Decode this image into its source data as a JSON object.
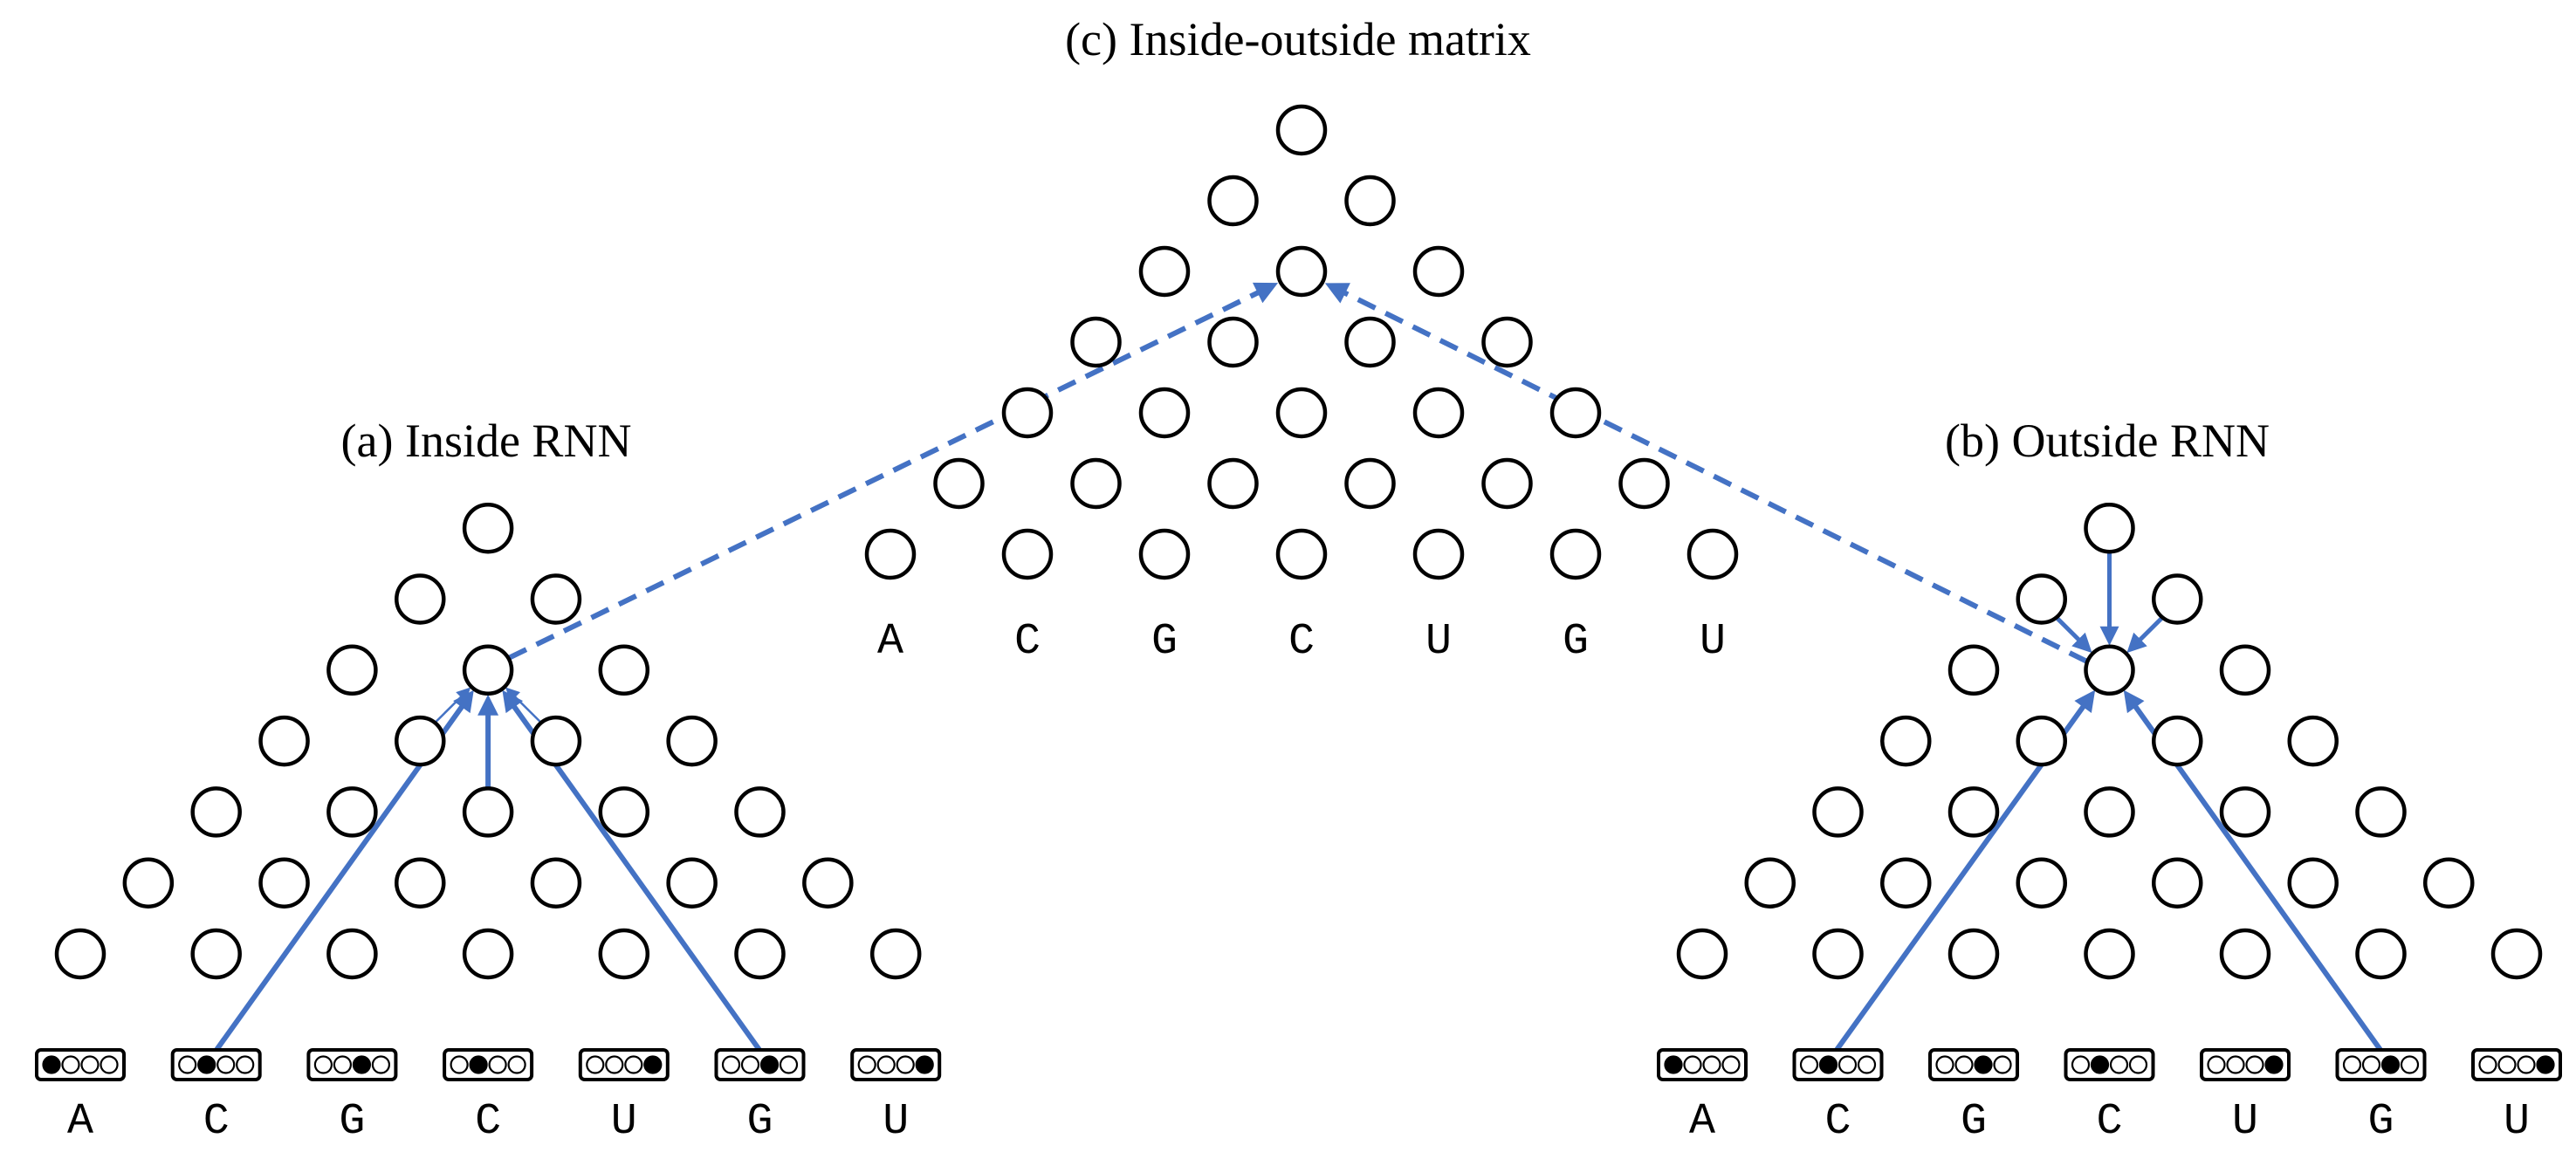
{
  "panels": {
    "inside": {
      "title": "(a) Inside RNN"
    },
    "outside": {
      "title": "(b) Outside RNN"
    },
    "matrix": {
      "title": "(c) Inside-outside matrix"
    }
  },
  "sequence": [
    "A",
    "C",
    "G",
    "C",
    "U",
    "G",
    "U"
  ],
  "one_hot": {
    "alphabet": [
      "A",
      "C",
      "G",
      "U"
    ],
    "active_index": [
      0,
      1,
      2,
      1,
      3,
      2,
      3
    ]
  },
  "colors": {
    "arrow": "#4472c4",
    "node_stroke": "#000000",
    "active_bit": "#000000"
  }
}
